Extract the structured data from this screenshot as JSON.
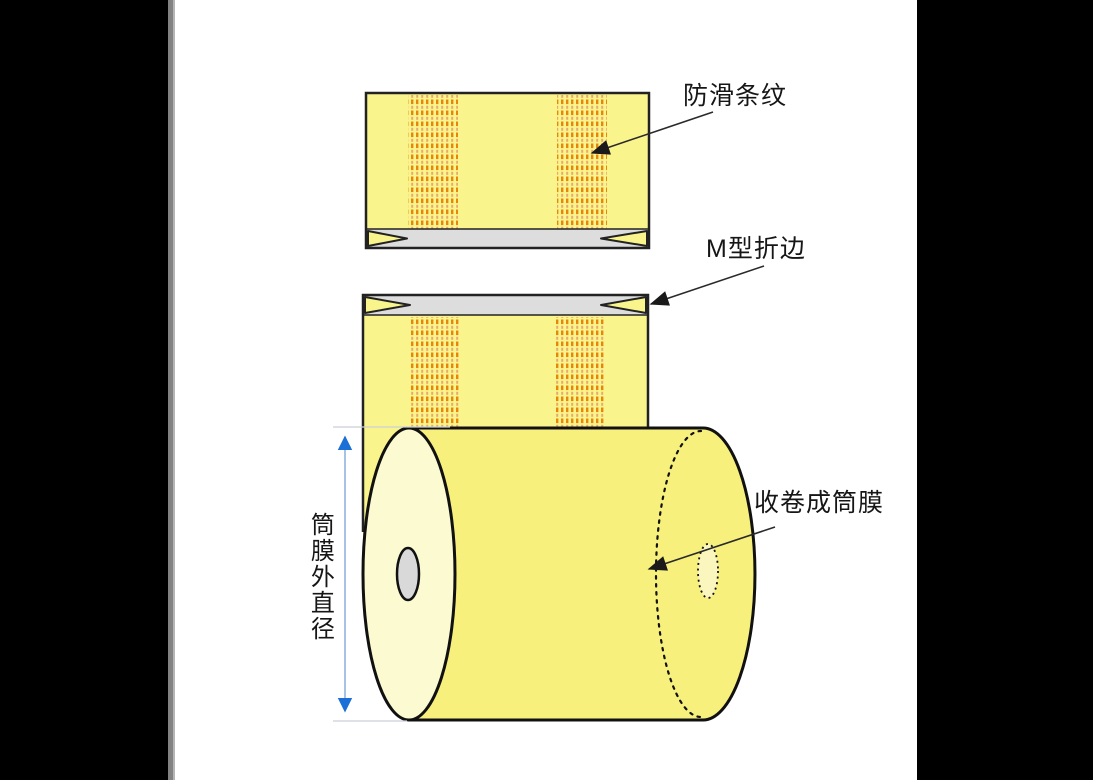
{
  "diagram": {
    "labels": {
      "anti_slip_stripes": "防滑条纹",
      "m_type_fold": "M型折边",
      "rolled_into_tube_film": "收卷成筒膜",
      "tube_film_outer_diameter": "筒膜外直径"
    },
    "colors": {
      "film_yellow": "#FAF48C",
      "roll_body_yellow": "#F7F07C",
      "roll_face_yellow": "#FCFAD0",
      "stripe_orange": "#E8860B",
      "stripe_light_orange": "#E9A96B",
      "fold_band_gray": "#DDDDDD",
      "core_gray": "#D9D9D9",
      "outline_black": "#1A1A1A",
      "dimension_blue": "#1B6FD6",
      "dimension_shaft_blue": "#8FB2DE",
      "letterbox_black": "#000000"
    }
  }
}
